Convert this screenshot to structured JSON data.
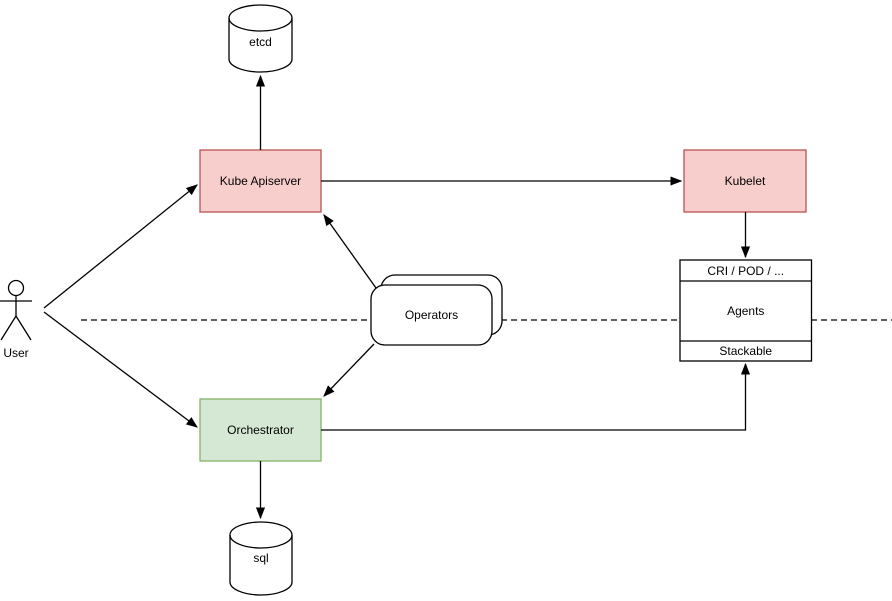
{
  "diagram": {
    "nodes": {
      "user": {
        "label": "User"
      },
      "etcd": {
        "label": "etcd"
      },
      "sql": {
        "label": "sql"
      },
      "kube_apiserver": {
        "label": "Kube Apiserver"
      },
      "kubelet": {
        "label": "Kubelet"
      },
      "orchestrator": {
        "label": "Orchestrator"
      },
      "operators": {
        "label": "Operators"
      },
      "agents": {
        "header_label": "CRI / POD / ...",
        "body_label": "Agents",
        "footer_label": "Stackable"
      }
    },
    "edges": [
      {
        "from": "user",
        "to": "kube_apiserver"
      },
      {
        "from": "user",
        "to": "orchestrator"
      },
      {
        "from": "kube_apiserver",
        "to": "etcd"
      },
      {
        "from": "kube_apiserver",
        "to": "kubelet"
      },
      {
        "from": "operators",
        "to": "kube_apiserver"
      },
      {
        "from": "operators",
        "to": "orchestrator"
      },
      {
        "from": "kubelet",
        "to": "agents"
      },
      {
        "from": "orchestrator",
        "to": "agents"
      },
      {
        "from": "orchestrator",
        "to": "sql"
      }
    ],
    "colors": {
      "red_fill": "#f8cecc",
      "red_stroke": "#b85450",
      "green_fill": "#d5e8d4",
      "green_stroke": "#82b366",
      "plain_fill": "#ffffff",
      "plain_stroke": "#000000",
      "line": "#000000",
      "background": "#ffffff"
    }
  }
}
